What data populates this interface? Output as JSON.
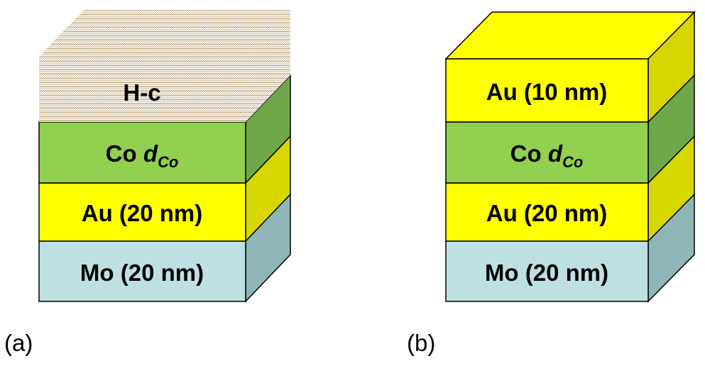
{
  "colors": {
    "mo": "#bfe0e2",
    "au": "#ffff00",
    "co": "#92d050",
    "hc_dot": "#c8b08a",
    "hc_bg": "#ffffff",
    "edge": "#000000"
  },
  "stacks": [
    {
      "panel_label": "(a)",
      "layers": [
        {
          "id": "mo",
          "label": "Mo (20 nm)",
          "color_key": "mo"
        },
        {
          "id": "au",
          "label": "Au (20 nm)",
          "color_key": "au"
        },
        {
          "id": "co",
          "label_main": "Co ",
          "label_italic": "d",
          "label_sub": "Co",
          "color_key": "co"
        },
        {
          "id": "hc",
          "label": "H-c",
          "color_key": "hc_dot",
          "pattern": "dotted",
          "borderless": true
        }
      ]
    },
    {
      "panel_label": "(b)",
      "layers": [
        {
          "id": "mo",
          "label": "Mo (20 nm)",
          "color_key": "mo"
        },
        {
          "id": "au",
          "label": "Au (20 nm)",
          "color_key": "au"
        },
        {
          "id": "co",
          "label_main": "Co ",
          "label_italic": "d",
          "label_sub": "Co",
          "color_key": "co"
        },
        {
          "id": "au-cap",
          "label": "Au (10 nm)",
          "color_key": "au"
        }
      ]
    }
  ]
}
